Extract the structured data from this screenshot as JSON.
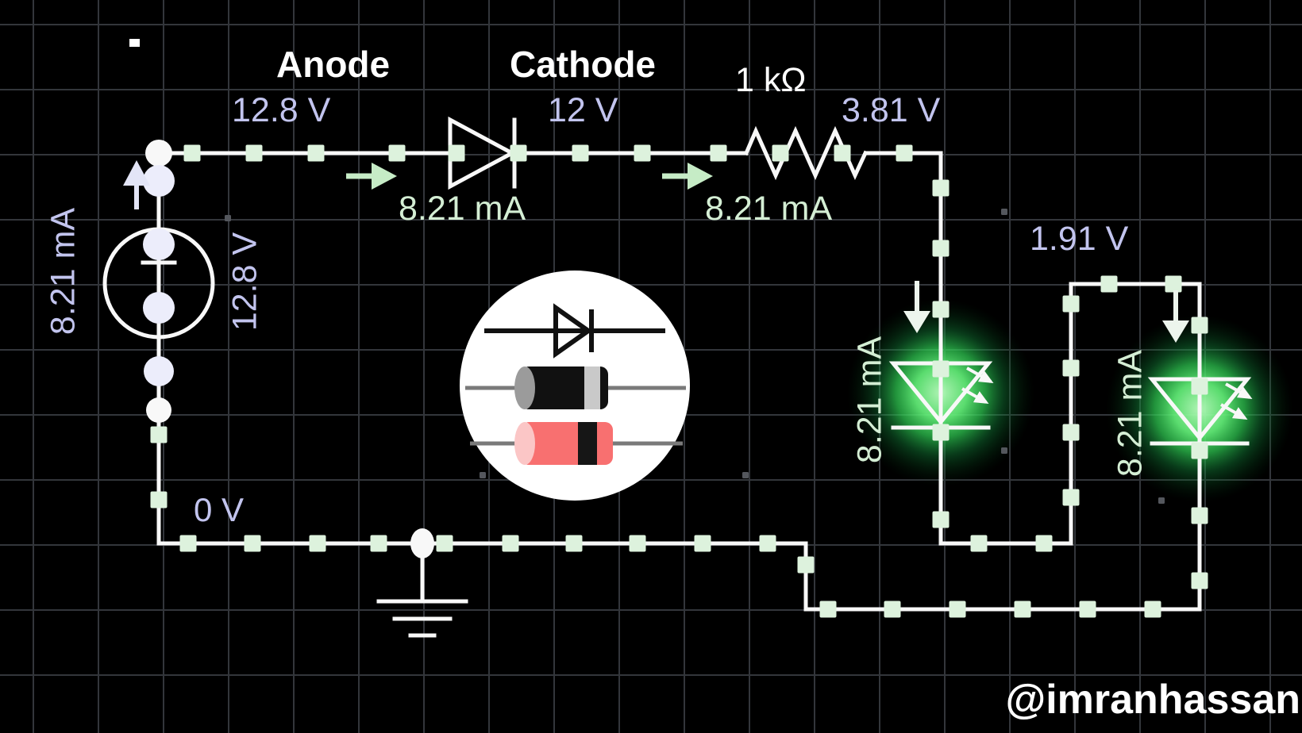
{
  "labels": {
    "anode": "Anode",
    "cathode": "Cathode",
    "anode_voltage": "12.8 V",
    "cathode_voltage": "12 V",
    "resistor_value": "1 kΩ",
    "resistor_out_voltage": "3.81 V",
    "led_junction_voltage": "1.91 V",
    "ground_voltage": "0 V",
    "diode_current": "8.21 mA",
    "resistor_current": "8.21 mA",
    "source_current": "8.21 mA",
    "source_voltage": "12.8 V",
    "led1_current": "8.21 mA",
    "led2_current": "8.21 mA",
    "watermark": "@imranhassan"
  },
  "components": [
    {
      "name": "voltage-source",
      "value": "12.8 V",
      "current": "8.21 mA"
    },
    {
      "name": "diode",
      "anode_voltage": "12.8 V",
      "cathode_voltage": "12 V",
      "current": "8.21 mA"
    },
    {
      "name": "resistor",
      "value": "1 kΩ",
      "current": "8.21 mA",
      "output_voltage": "3.81 V"
    },
    {
      "name": "led-1",
      "state": "on",
      "current": "8.21 mA"
    },
    {
      "name": "led-2",
      "state": "on",
      "current": "8.21 mA"
    },
    {
      "name": "ground",
      "voltage": "0 V"
    }
  ],
  "inset": {
    "icons": [
      "diode-schematic-symbol",
      "diode-illustration-black",
      "diode-illustration-red"
    ]
  },
  "colors": {
    "background": "#000000",
    "grid_line": "#33363b",
    "wire": "#f8f8f8",
    "current_dot": "#ddf2dd",
    "current_arrow": "#c6ecc6",
    "down_arrow": "#edf5ed",
    "up_arrow": "#e3e5f7",
    "source_dot": "#ecedfb",
    "voltage_label": "#c2c4ee",
    "current_label": "#d4eed4",
    "component_label": "#ffffff",
    "led_glow": "#3ddc55",
    "inset_bg": "#ffffff",
    "inset_symbol": "#111111",
    "diode_body_black": "#111111",
    "diode_band_silver": "#c9c9c9",
    "diode_body_red": "#f87070",
    "diode_cap_pink": "#fbc6c6",
    "diode_band_black": "#161616",
    "lead_gray": "#7a7a7a"
  }
}
